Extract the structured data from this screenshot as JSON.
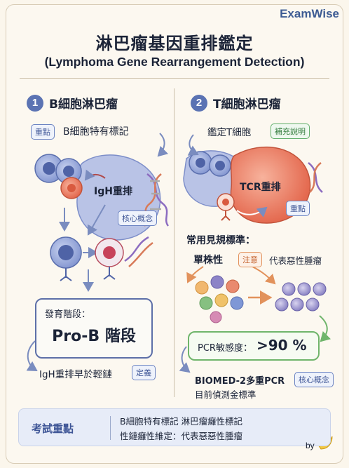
{
  "brand": "ExamWise",
  "title": "淋巴瘤基因重排鑑定",
  "subtitle": "(Lymphoma Gene Rearrangement Detection)",
  "left": {
    "number": "1",
    "heading": "B細胞淋巴瘤",
    "tag_key": "重點",
    "feature": "B細胞特有標記",
    "igh_label": "IgH重排",
    "tag_core": "核心概念",
    "stage_label": "發育階段：",
    "stage_value": "Pro-B 階段",
    "early_note": "IgH重排早於輕鏈",
    "tag_def": "定義"
  },
  "right": {
    "number": "2",
    "heading": "T細胞淋巴瘤",
    "identify": "鑑定T細胞",
    "tag_supp": "補充說明",
    "tcr_label": "TCR重排",
    "tag_key": "重點",
    "standard_heading": "常用見規標準：",
    "mono_label": "單株性",
    "tag_attention": "注意",
    "mono_desc": "代表惡性腫瘤",
    "pcr_label": "PCR敏感度：",
    "pcr_value": ">90 %",
    "biomed": "BIOMED-2多重PCR",
    "tag_core": "核心概念",
    "gold_standard": "目前偵測金標準"
  },
  "footer": {
    "label": "考試重點",
    "line1": "B細胞特有標記 淋巴瘤癰性標記",
    "line2": "性鏈癰性維定：代表惡惡性腫瘤",
    "by": "by"
  },
  "colors": {
    "accent_blue": "#5b73b3",
    "green": "#6fb56b",
    "orange": "#e2925c",
    "cell_blue": "#7a8fd0",
    "tumor_red": "#e8735a"
  }
}
